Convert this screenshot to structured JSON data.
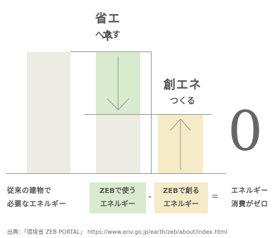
{
  "energy_saving": {
    "title": "省エネ",
    "subtitle": "へらす"
  },
  "energy_creation": {
    "title": "創エネ",
    "subtitle": "つくる"
  },
  "result_value": "0",
  "labels": {
    "traditional_line1": "従来の建物で",
    "traditional_line2": "必要なエネルギー",
    "zeb_use_line1": "ZEBで使う",
    "zeb_use_line2": "エネルギー",
    "minus": "-",
    "zeb_create_line1": "ZEBで創る",
    "zeb_create_line2": "エネルギー",
    "equals": "=",
    "result_line1": "エネルギー",
    "result_line2": "消費がゼロ"
  },
  "source": "出典：「環境省 ZEB PORTAL」 https://www.env.go.jp/earth/zeb/about/index.html",
  "colors": {
    "saving": "#d9ebcf",
    "creation": "#f5ebc7",
    "bar": "#ecece4"
  }
}
